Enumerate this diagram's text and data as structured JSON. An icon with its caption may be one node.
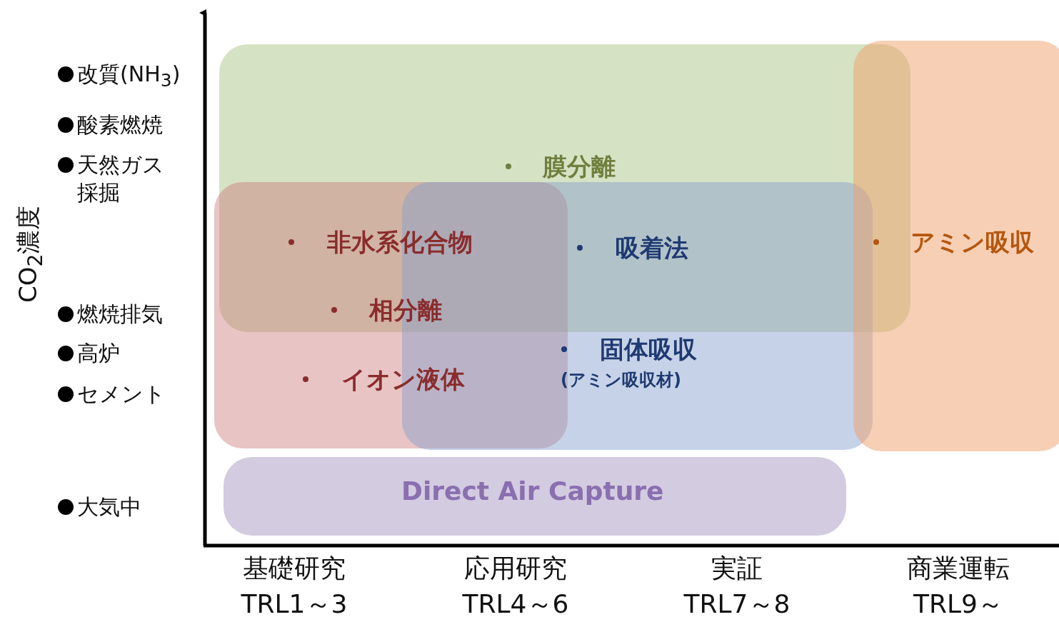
{
  "diagram": {
    "nodes": [
      {
        "text": [
          "膜分離"
        ]
      },
      {
        "text": [
          "非水系化合物",
          "相分離",
          "イオン液体"
        ]
      },
      {
        "text": [
          "吸着法",
          "固体吸収",
          "(アミン吸収材)"
        ]
      },
      {
        "text": [
          "アミン吸収"
        ]
      },
      {
        "text": [
          "Direct Air Capture"
        ]
      }
    ],
    "edges": [],
    "labels": [
      "CO$_{2}$濃度",
      "改質(NH$_{3}$)",
      "酸素燃焼",
      "天然ガス採掘",
      "燃焼排気",
      "高炉",
      "セメント",
      "大気中",
      "基礎研究",
      "TRL1～3",
      "応用研究",
      "TRL4～6",
      "実証",
      "TRL7～8",
      "商業運転",
      "TRL9～"
    ]
  }
}
